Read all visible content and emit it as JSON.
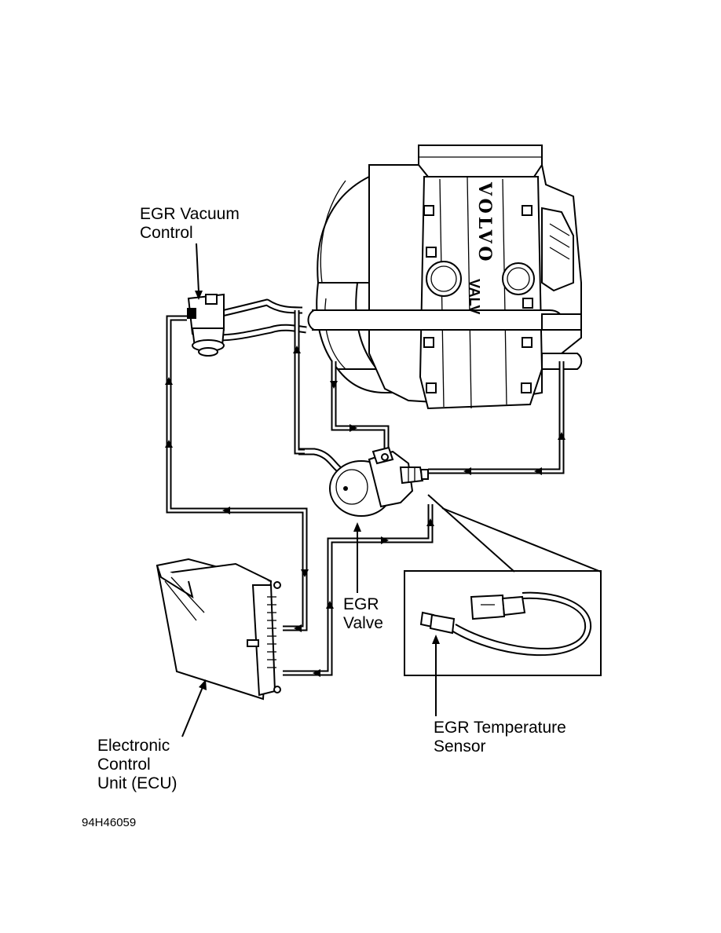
{
  "labels": {
    "egr_vacuum_control": "EGR Vacuum\nControl",
    "egr_valve": "EGR\nValve",
    "egr_temperature_sensor": "EGR Temperature\nSensor",
    "ecu": "Electronic\nControl\nUnit (ECU)",
    "figure_code": "94H46059"
  },
  "engine_marking": {
    "brand": "VOLVO",
    "valve_text": "VALV"
  },
  "colors": {
    "line": "#000000",
    "background": "#ffffff"
  }
}
